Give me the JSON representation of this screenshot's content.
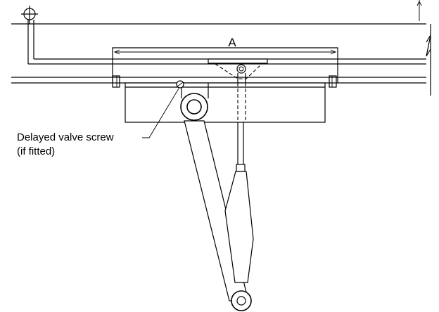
{
  "dimension": {
    "label": "A"
  },
  "callout": {
    "line1": "Delayed valve screw",
    "line2": "(if fitted)"
  }
}
